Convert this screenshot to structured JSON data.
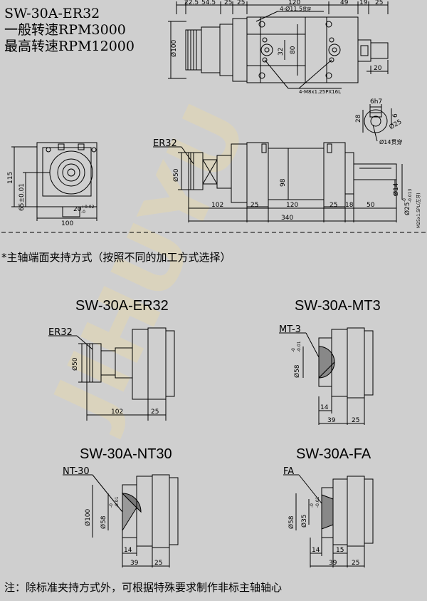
{
  "header": {
    "model": "SW-30A-ER32",
    "rated_speed": "一般转速RPM3000",
    "max_speed": "最高转速RPM12000"
  },
  "top_view": {
    "dims": [
      "22.5",
      "54.5",
      "25",
      "25",
      "120",
      "49",
      "19",
      "25"
    ],
    "dia": "Ø100",
    "h32": "32",
    "h80": "80",
    "hole_note": "4-Ø11.5",
    "hole_suffix": "贯穿",
    "thread_note": "4-M8x1.25PX16L",
    "shaft_len": "20"
  },
  "key_detail": {
    "key_width": "6h7",
    "d28": "28",
    "d6": "6",
    "d25": "Ø25",
    "hole": "Ø14贯穿"
  },
  "front_view": {
    "h115": "115",
    "h65": "65±0.01",
    "w20": "20",
    "tol_up": "+0.02",
    "tol_low": "-0",
    "w100": "100"
  },
  "side_view": {
    "collet": "ER32",
    "d50": "Ø50",
    "d98": "98",
    "d14": "Ø14",
    "d25": "Ø25",
    "d25_tol_up": "-0",
    "d25_tol_low": "-0.013",
    "thread": "M25x1.5PL(左牙)",
    "lengths": [
      "102",
      "25",
      "120",
      "25",
      "18",
      "50"
    ],
    "total": "340"
  },
  "section_title": "*主轴端面夹持方式（按照不同的加工方式选择）",
  "variants": {
    "er32": {
      "title": "SW-30A-ER32",
      "label": "ER32",
      "dia": "Ø50",
      "l1": "102",
      "l2": "25"
    },
    "mt3": {
      "title": "SW-30A-MT3",
      "label": "MT-3",
      "dia": "Ø58",
      "tol_up": "-0",
      "tol_low": "-0.01",
      "l14": "14",
      "l1": "39",
      "l2": "25"
    },
    "nt30": {
      "title": "SW-30A-NT30",
      "label": "NT-30",
      "dia100": "Ø100",
      "dia58": "Ø58",
      "tol_up": "-0",
      "tol_low": "-0.01",
      "l14": "14",
      "l1": "39",
      "l2": "25"
    },
    "fa": {
      "title": "SW-30A-FA",
      "label": "FA",
      "dia58": "Ø58",
      "dia35": "Ø35",
      "tol_up": "-0",
      "tol_low": "-0.01",
      "l14": "14",
      "l15": "15",
      "l1": "39",
      "l2": "25"
    }
  },
  "watermark": "JIHUYU",
  "footer": "注：除标准夹持方式外，可根据特殊要求制作非标主轴轴心"
}
